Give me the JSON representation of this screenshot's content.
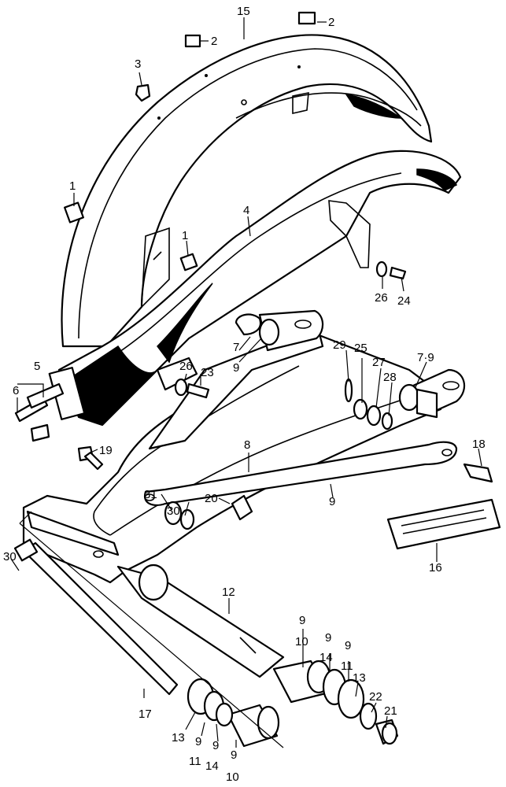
{
  "callouts": [
    {
      "id": "c15",
      "text": "15"
    },
    {
      "id": "c2a",
      "text": "2"
    },
    {
      "id": "c2b",
      "text": "2"
    },
    {
      "id": "c3",
      "text": "3"
    },
    {
      "id": "c1a",
      "text": "1"
    },
    {
      "id": "c1b",
      "text": "1"
    },
    {
      "id": "c4",
      "text": "4"
    },
    {
      "id": "c26a",
      "text": "26"
    },
    {
      "id": "c24",
      "text": "24"
    },
    {
      "id": "c7a",
      "text": "7"
    },
    {
      "id": "c9a",
      "text": "9"
    },
    {
      "id": "c29",
      "text": "29"
    },
    {
      "id": "c25",
      "text": "25"
    },
    {
      "id": "c27",
      "text": "27"
    },
    {
      "id": "c28",
      "text": "28"
    },
    {
      "id": "c79",
      "text": "7·9"
    },
    {
      "id": "c5",
      "text": "5"
    },
    {
      "id": "c6",
      "text": "6"
    },
    {
      "id": "c26b",
      "text": "26"
    },
    {
      "id": "c23",
      "text": "23"
    },
    {
      "id": "c19",
      "text": "19"
    },
    {
      "id": "c8",
      "text": "8"
    },
    {
      "id": "c18",
      "text": "18"
    },
    {
      "id": "c31",
      "text": "31"
    },
    {
      "id": "c30a",
      "text": "30"
    },
    {
      "id": "c20",
      "text": "20"
    },
    {
      "id": "c9b",
      "text": "9"
    },
    {
      "id": "c16",
      "text": "16"
    },
    {
      "id": "c30b",
      "text": "30"
    },
    {
      "id": "c12",
      "text": "12"
    },
    {
      "id": "c9c",
      "text": "9"
    },
    {
      "id": "c10a",
      "text": "10"
    },
    {
      "id": "c9d",
      "text": "9"
    },
    {
      "id": "c14a",
      "text": "14"
    },
    {
      "id": "c9e",
      "text": "9"
    },
    {
      "id": "c11a",
      "text": "11"
    },
    {
      "id": "c13a",
      "text": "13"
    },
    {
      "id": "c22",
      "text": "22"
    },
    {
      "id": "c21",
      "text": "21"
    },
    {
      "id": "c17",
      "text": "17"
    },
    {
      "id": "c13b",
      "text": "13"
    },
    {
      "id": "c9f",
      "text": "9"
    },
    {
      "id": "c11b",
      "text": "11"
    },
    {
      "id": "c9g",
      "text": "9"
    },
    {
      "id": "c14b",
      "text": "14"
    },
    {
      "id": "c9h",
      "text": "9"
    },
    {
      "id": "c10b",
      "text": "10"
    }
  ]
}
